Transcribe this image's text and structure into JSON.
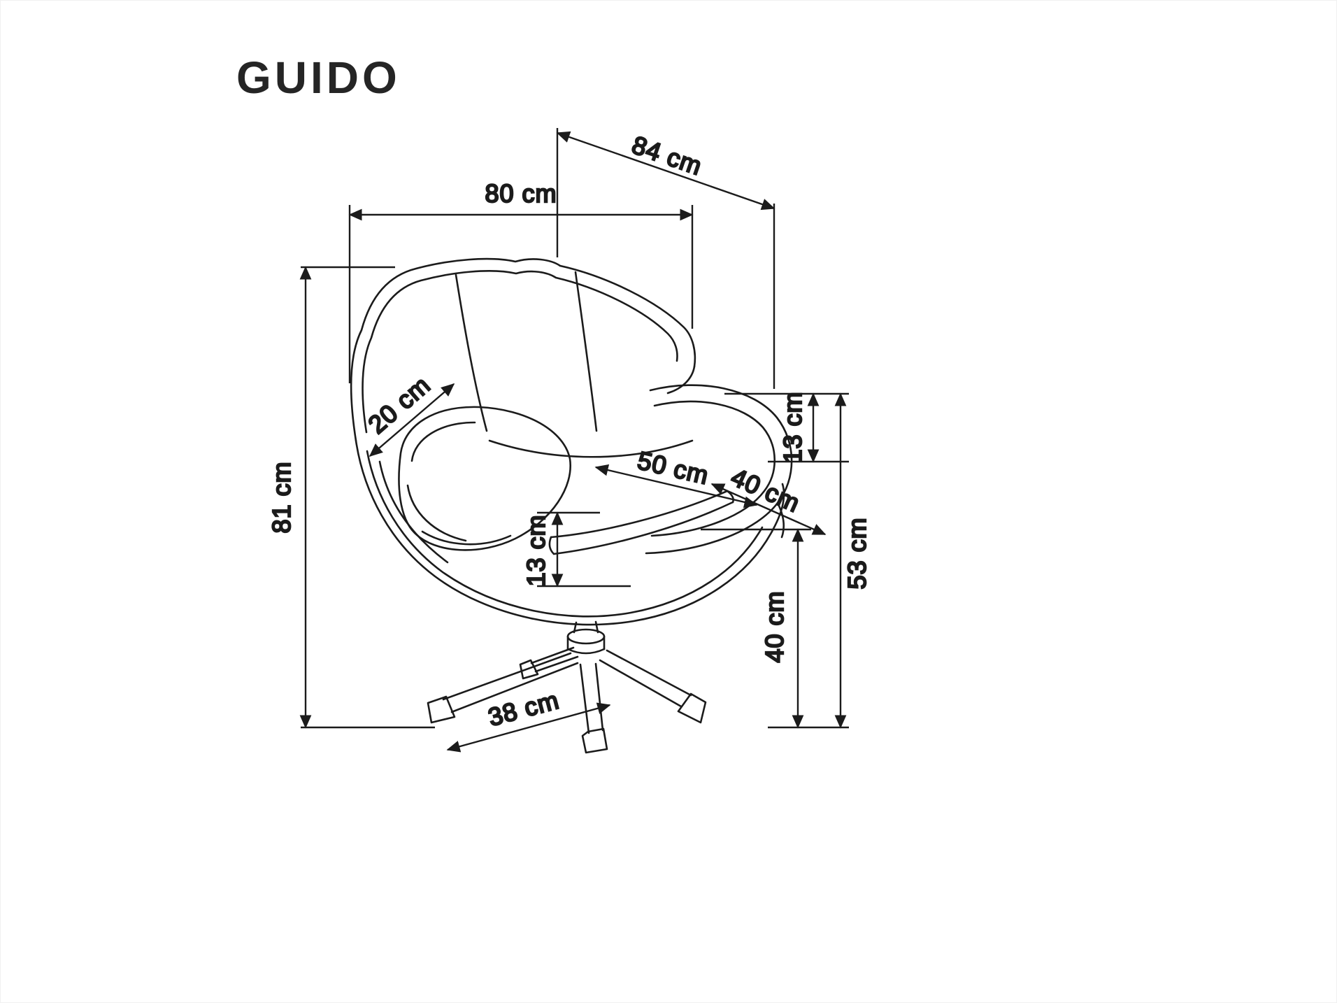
{
  "title": "GUIDO",
  "colors": {
    "background": "#ffffff",
    "line": "#1b1b1b",
    "text": "#1b1b1b"
  },
  "dimensions": {
    "total_depth": {
      "label": "84 cm"
    },
    "total_width": {
      "label": "80 cm"
    },
    "total_height": {
      "label": "81 cm"
    },
    "backrest_depth": {
      "label": "20 cm"
    },
    "armrest_above_seat": {
      "label": "13 cm"
    },
    "seat_width": {
      "label": "50 cm"
    },
    "seat_depth": {
      "label": "40 cm"
    },
    "cushion_height": {
      "label": "13 cm"
    },
    "armrest_height": {
      "label": "53 cm"
    },
    "seat_height": {
      "label": "40 cm"
    },
    "base_leg_length": {
      "label": "38 cm"
    }
  }
}
